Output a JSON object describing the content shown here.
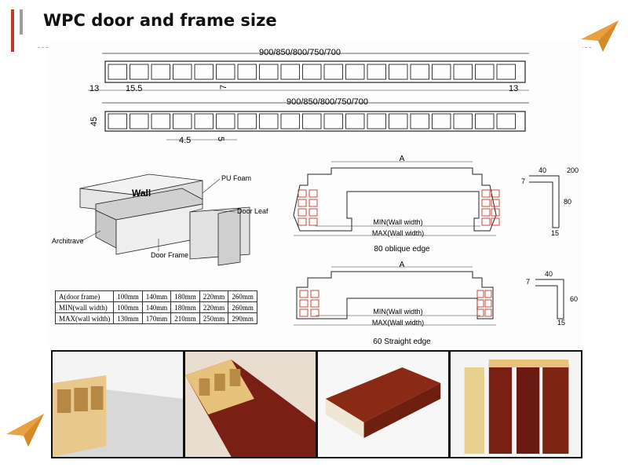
{
  "page": {
    "title": "WPC door and frame size"
  },
  "colors": {
    "accent_red": "#c0392b",
    "plane_orange": "#e8a040",
    "frame_red": "#c0392b"
  },
  "icons": [
    "paper-plane-icon",
    "paper-plane-icon"
  ],
  "profile1": {
    "width_label": "900/850/800/750/700",
    "dim_left": "13",
    "dim_rib": "15.5",
    "dim_mid": "7",
    "dim_right": "13"
  },
  "profile2": {
    "width_label": "900/850/800/750/700",
    "dim_height": "45",
    "dim_a": "4.5",
    "dim_b": "5"
  },
  "iso": {
    "wall": "Wall",
    "pu_foam": "PU Foam",
    "door_leaf": "Door Leaf",
    "architrave": "Architrave",
    "door_frame": "Door Frame"
  },
  "frame80": {
    "a": "A",
    "min": "MIN(Wall width)",
    "max": "MAX(Wall width)",
    "caption": "80 oblique edge",
    "d40": "40",
    "d200": "200",
    "d7": "7",
    "d80": "80",
    "d15": "15"
  },
  "frame60": {
    "a": "A",
    "min": "MIN(Wall width)",
    "max": "MAX(Wall width)",
    "caption": "60 Straight edge",
    "d40": "40",
    "d7": "7",
    "d60": "60",
    "d15": "15"
  },
  "table": {
    "rows": [
      {
        "label": "A(door frame)",
        "values": [
          "100mm",
          "140mm",
          "180mm",
          "220mm",
          "260mm"
        ]
      },
      {
        "label": "MIN(wall width)",
        "values": [
          "100mm",
          "140mm",
          "180mm",
          "220mm",
          "260mm"
        ]
      },
      {
        "label": "MAX(wall width)",
        "values": [
          "130mm",
          "170mm",
          "210mm",
          "250mm",
          "290mm"
        ]
      }
    ]
  }
}
